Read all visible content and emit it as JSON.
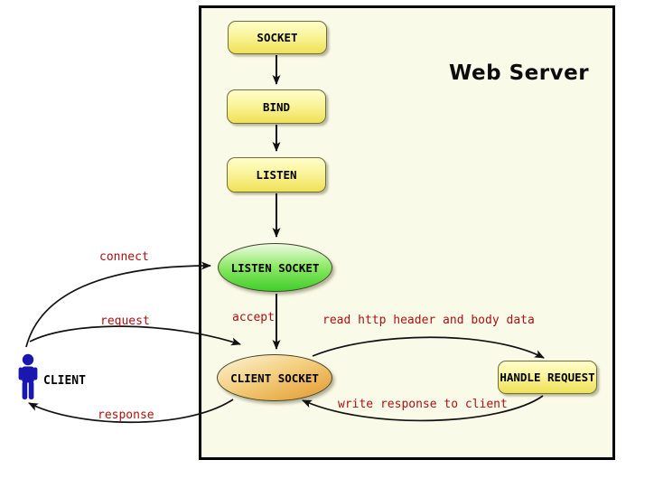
{
  "title": "Web Server",
  "nodes": {
    "socket": {
      "label": "SOCKET"
    },
    "bind": {
      "label": "BIND"
    },
    "listen": {
      "label": "LISTEN"
    },
    "listen_socket": {
      "label": "LISTEN SOCKET"
    },
    "client_socket": {
      "label": "CLIENT SOCKET"
    },
    "handle_request": {
      "label": "HANDLE REQUEST"
    },
    "client": {
      "label": "CLIENT"
    }
  },
  "edge_labels": {
    "connect": "connect",
    "request": "request",
    "response": "response",
    "accept": "accept",
    "read_http": "read http header and body data",
    "write_response": "write response to client"
  },
  "colors": {
    "edge_label_red": "#AA1111",
    "server_box_bg": "#FAFAE8",
    "server_box_border": "#000000",
    "rect_node_top": "#FFFEC9",
    "rect_node_bottom": "#EFE156",
    "listen_socket_green": "#3FCE2A",
    "client_socket_orange": "#E2982C",
    "client_figure_blue": "#1A16B0",
    "arrow_black": "#111111"
  }
}
